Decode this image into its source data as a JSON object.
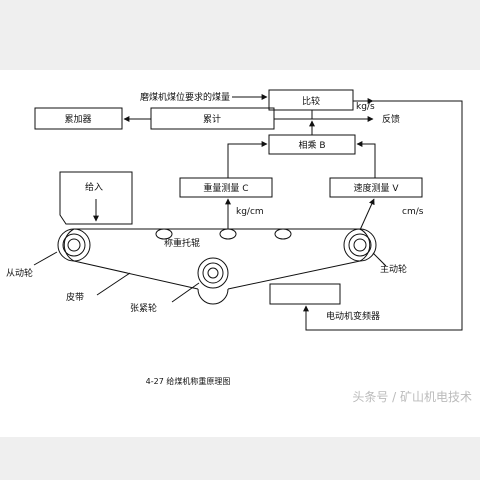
{
  "labels": {
    "requirement": "磨煤机煤位要求的煤量",
    "compare": "比较",
    "kgs": "kg/s",
    "feedback": "反馈",
    "accumulator": "累加器",
    "totalizer": "累计",
    "multiplier": "相乘 B",
    "weight_measure": "重量测量 C",
    "speed_measure": "速度测量 V",
    "kgcm": "kg/cm",
    "cms": "cm/s",
    "feed_in": "给入",
    "weighing_idler": "称重托辊",
    "driven_pulley": "从动轮",
    "belt": "皮带",
    "tension_pulley": "张紧轮",
    "drive_pulley": "主动轮",
    "motor_converter": "电动机变频器"
  },
  "caption": "4-27 给煤机称重原理图",
  "watermark": "头条号 / 矿山机电技术"
}
